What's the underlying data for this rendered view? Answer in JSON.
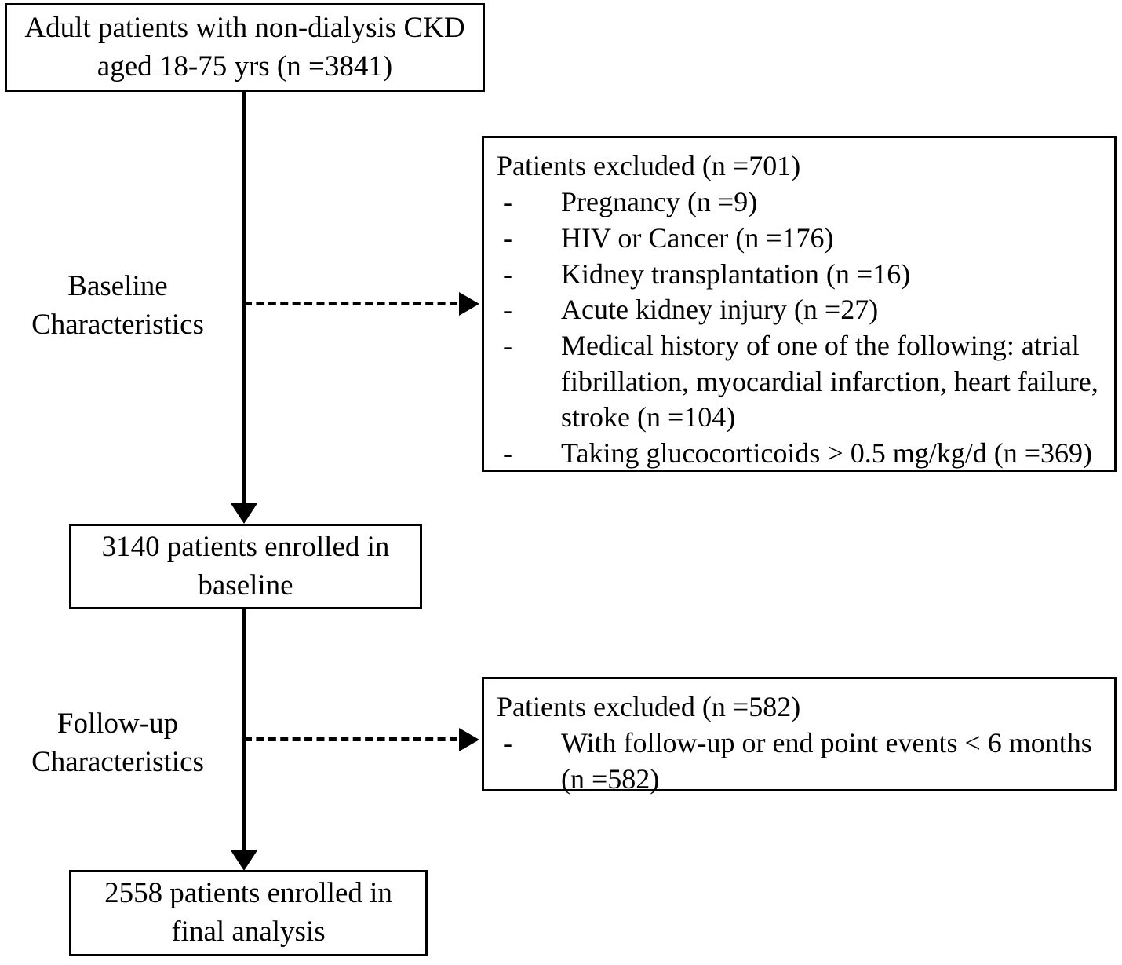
{
  "diagram": {
    "type": "flowchart",
    "title": "Study participant flow diagram",
    "nodes": {
      "source": {
        "line1": "Adult patients with non-dialysis CKD",
        "line2": "aged 18-75 yrs (n =3841)",
        "count": 3841
      },
      "baseline": {
        "line1": "3140 patients enrolled in",
        "line2": "baseline",
        "count": 3140
      },
      "final": {
        "line1": "2558 patients enrolled in",
        "line2": "final analysis",
        "count": 2558
      }
    },
    "stage_labels": {
      "baseline": {
        "line1": "Baseline",
        "line2": "Characteristics"
      },
      "followup": {
        "line1": "Follow-up",
        "line2": "Characteristics"
      }
    },
    "exclusions": [
      {
        "title": "Patients excluded (n =701)",
        "total": 701,
        "bullet": "-",
        "items": [
          {
            "text": "Pregnancy (n =9)",
            "count": 9
          },
          {
            "text": "HIV or Cancer (n =176)",
            "count": 176
          },
          {
            "text": "Kidney transplantation (n =16)",
            "count": 16
          },
          {
            "text": "Acute kidney injury (n =27)",
            "count": 27
          },
          {
            "text": "Medical history of one of the following: atrial fibrillation, myocardial infarction, heart failure, stroke (n =104)",
            "count": 104
          },
          {
            "text": "Taking glucocorticoids > 0.5 mg/kg/d (n =369)",
            "count": 369
          }
        ]
      },
      {
        "title": "Patients excluded (n =582)",
        "total": 582,
        "bullet": "-",
        "items": [
          {
            "text": "With follow-up or end point events < 6 months (n =582)",
            "count": 582
          }
        ]
      }
    ],
    "colors": {
      "stroke": "#000000",
      "background": "#ffffff",
      "text": "#000000"
    }
  }
}
